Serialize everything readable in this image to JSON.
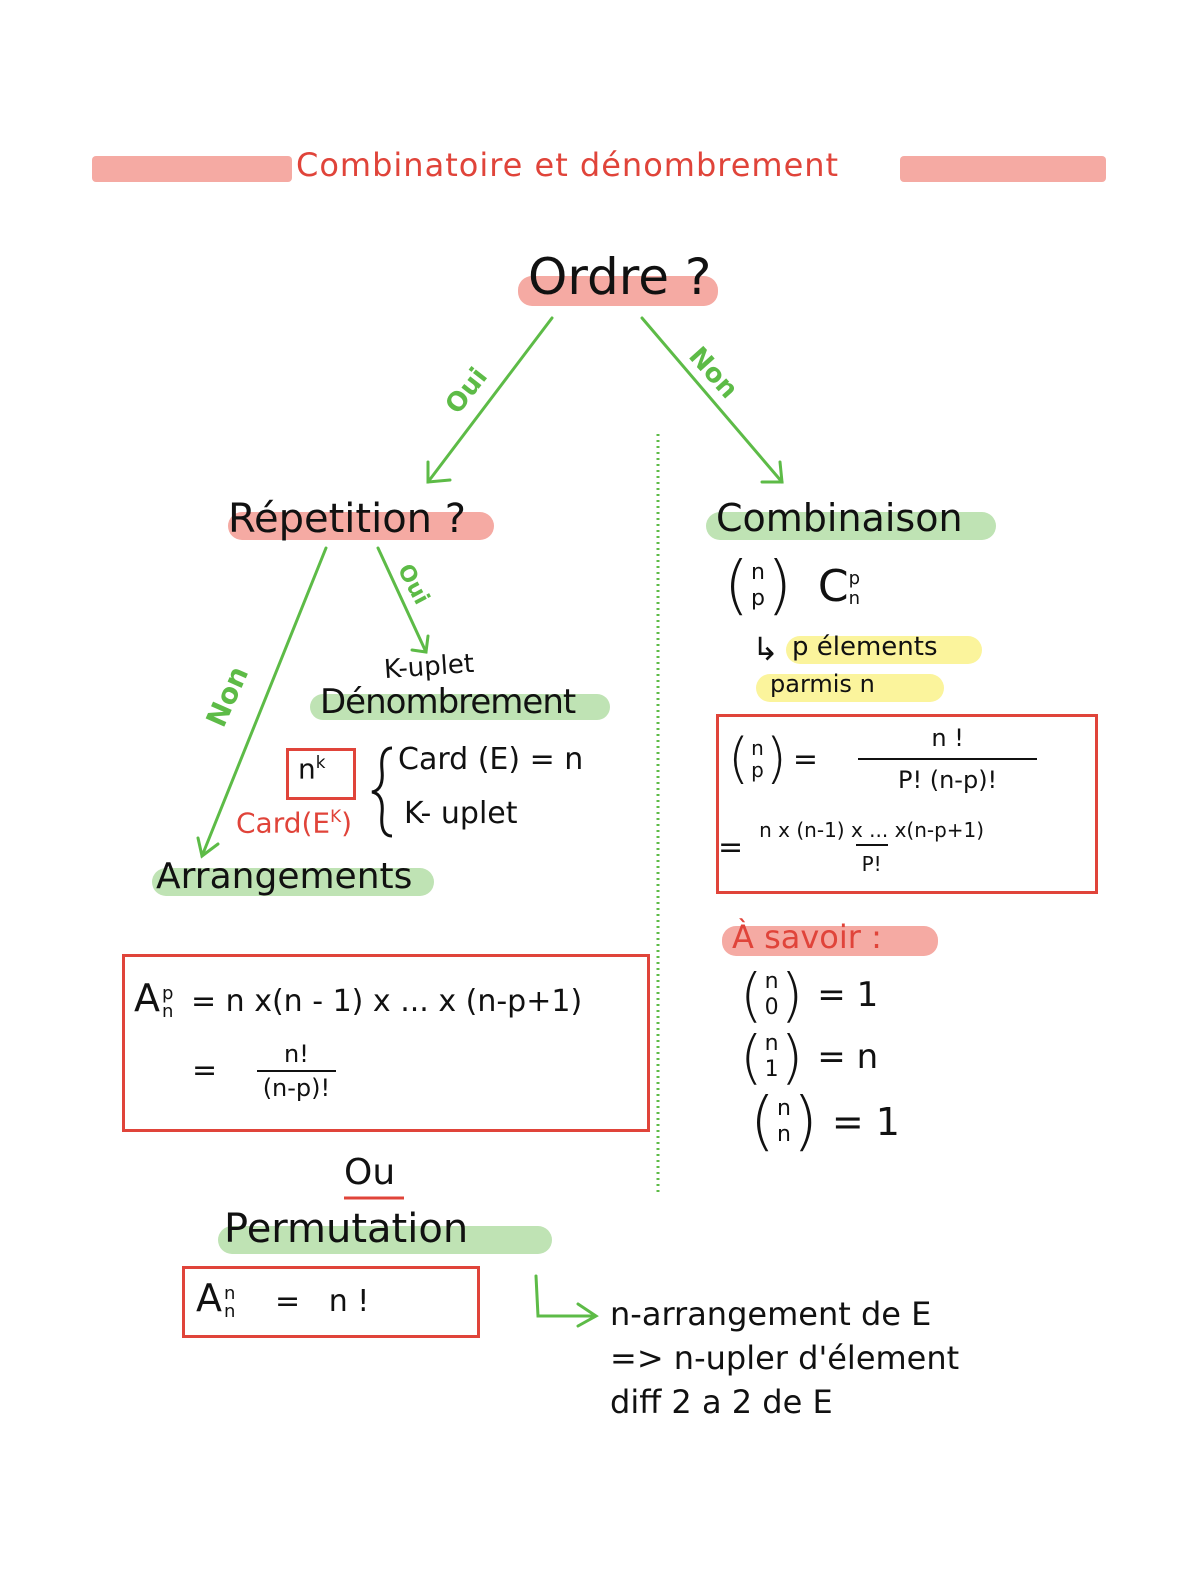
{
  "header": {
    "title": "Combinatoire et dénombrement"
  },
  "tree": {
    "root": "Ordre ?",
    "yes_label": "Oui",
    "no_label": "Non",
    "left": {
      "title": "Répetition ?",
      "yes_label": "Oui",
      "no_label": "Non",
      "kuplet_small": "K-uplet",
      "kuplet_title": "Dénombrement",
      "power": {
        "base": "n",
        "exp": "k"
      },
      "card_label": "Card(E",
      "card_exp": "K",
      "card_close": ")",
      "brace_line1": "Card (E) = n",
      "brace_line2": "K- uplet",
      "arrangement_title": "Arrangements"
    },
    "right": {
      "title": "Combinaison",
      "notation_top": "n",
      "notation_bottom": "p",
      "c_letter": "C",
      "c_sup": "p",
      "c_sub": "n",
      "arrow_glyph": "↳",
      "note_line1": "p élements",
      "note_line2": "parmis n",
      "know_title": "À savoir :"
    }
  },
  "formulas": {
    "arrangement_lhs": "A",
    "arrangement_sup": "p",
    "arrangement_sub": "n",
    "arrangement_line1": "= n x(n - 1) x ... x (n-p+1)",
    "eq": "=",
    "arrangement_num": "n!",
    "arrangement_den": "(n-p)!",
    "combination_eq": "=",
    "combination_num": "n !",
    "combination_den": "P! (n-p)!",
    "combination_num2": "n x (n-1) x ... x(n-p+1)",
    "combination_den2": "P!",
    "know": [
      {
        "top": "n",
        "bottom": "0",
        "value": "= 1"
      },
      {
        "top": "n",
        "bottom": "1",
        "value": "= n"
      },
      {
        "top": "n",
        "bottom": "n",
        "value": "= 1"
      }
    ],
    "permutation_lhs": "A",
    "permutation_sup": "n",
    "permutation_sub": "n",
    "permutation_rhs": "=   n !"
  },
  "bottom": {
    "or_word": "Ou",
    "permutation_title": "Permutation",
    "arrow_glyph": "↳",
    "note": [
      "n-arrangement de E",
      "=> n-upler d'élement",
      "diff 2 a 2 de E"
    ]
  },
  "colors": {
    "red": "#e0443a",
    "green": "#5dbb47",
    "red_hl": "#f5aaa3",
    "green_hl": "#bfe3b4",
    "yellow_hl": "#fbf49c"
  }
}
